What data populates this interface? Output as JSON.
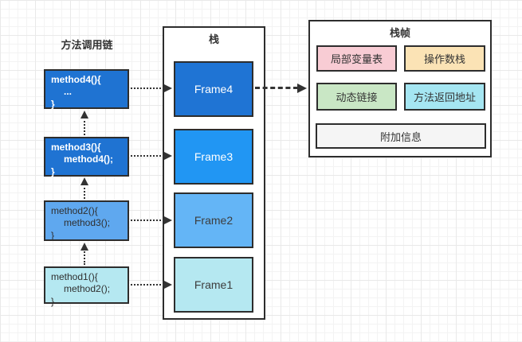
{
  "call_chain": {
    "title": "方法调用链",
    "boxes": [
      {
        "name": "method4",
        "l1": "method4(){",
        "l2": "...",
        "l3": "}",
        "fill": "#1f73d2",
        "text_color": "#ffffff"
      },
      {
        "name": "method3",
        "l1": "method3(){",
        "l2": "method4();",
        "l3": "}",
        "fill": "#1f73d2",
        "text_color": "#ffffff"
      },
      {
        "name": "method2",
        "l1": "method2(){",
        "l2": "method3();",
        "l3": "}",
        "fill": "#5fa8ef",
        "text_color": "#2f2f2f"
      },
      {
        "name": "method1",
        "l1": "method1(){",
        "l2": "method2();",
        "l3": "}",
        "fill": "#b5e8f1",
        "text_color": "#2f2f2f"
      }
    ]
  },
  "stack": {
    "title": "栈",
    "frames": [
      {
        "label": "Frame4",
        "fill": "#1f74d4",
        "text_color": "#ffffff"
      },
      {
        "label": "Frame3",
        "fill": "#2196f3",
        "text_color": "#ffffff"
      },
      {
        "label": "Frame2",
        "fill": "#64b5f6",
        "text_color": "#3d3d3d"
      },
      {
        "label": "Frame1",
        "fill": "#b5e8f1",
        "text_color": "#3d3d3d"
      }
    ]
  },
  "stack_frame": {
    "title": "栈帧",
    "cells": [
      {
        "label": "局部变量表",
        "fill": "#f8ccd4"
      },
      {
        "label": "操作数栈",
        "fill": "#fbe3b5"
      },
      {
        "label": "动态链接",
        "fill": "#c9e7c5"
      },
      {
        "label": "方法返回地址",
        "fill": "#a5e6f2"
      },
      {
        "label": "附加信息",
        "fill": "#f5f5f5"
      }
    ]
  },
  "colors": {
    "border": "#2d2d2d",
    "arrow": "#333333",
    "grid_minor": "#f3f3f3",
    "grid_major": "#e9e9e9"
  }
}
